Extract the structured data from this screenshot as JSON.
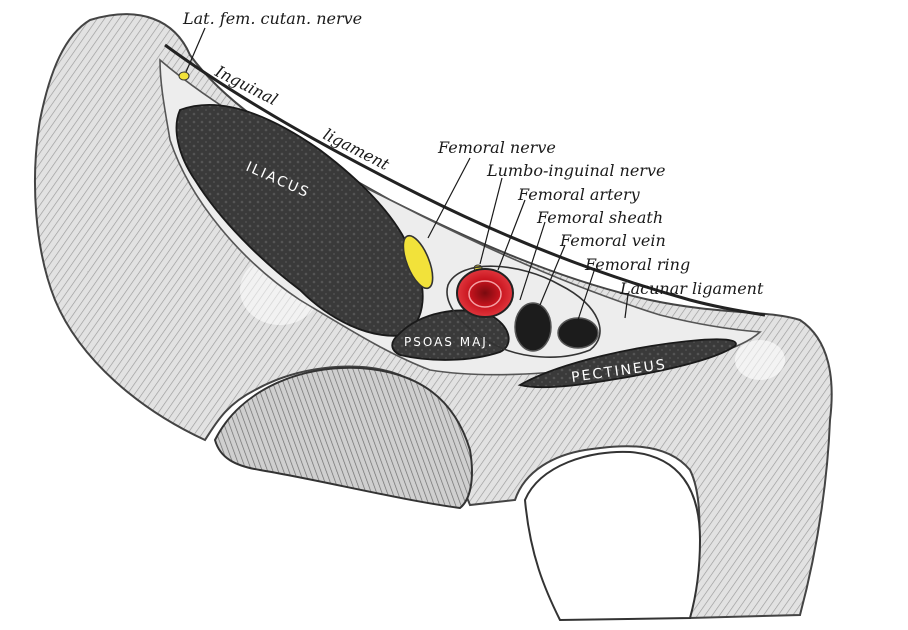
{
  "labels": {
    "lat_fem_cutan_nerve": "Lat. fem. cutan. nerve",
    "inguinal": "Inguinal",
    "ligament": "ligament",
    "femoral_nerve": "Femoral nerve",
    "lumbo_inguinal_nerve": "Lumbo-inguinal nerve",
    "femoral_artery": "Femoral artery",
    "femoral_sheath": "Femoral sheath",
    "femoral_vein": "Femoral vein",
    "femoral_ring": "Femoral ring",
    "lacunar_ligament": "Lacunar ligament"
  },
  "muscles": {
    "iliacus": "ILIACUS",
    "psoas_maj": "PSOAS MAJ.",
    "pectineus": "PECTINEUS"
  },
  "colors": {
    "nerve": "#f2e23a",
    "artery": "#c8141e",
    "vein": "#1c1c1c",
    "muscle": "#3c3c3c",
    "bone": "#d6d6d6"
  }
}
